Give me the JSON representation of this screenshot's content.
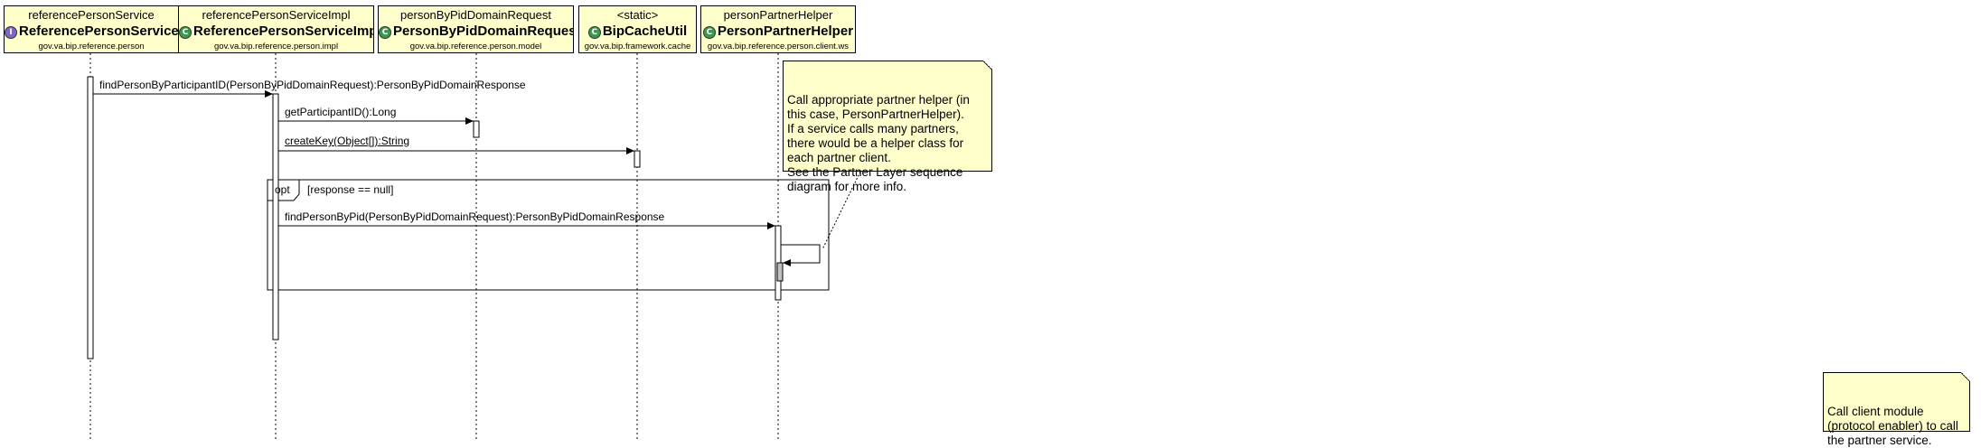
{
  "participants": [
    {
      "name": "referencePersonService",
      "class_name": "ReferencePersonService",
      "package": "gov.va.bip.reference.person",
      "icon": "interface-icon",
      "icon_glyph": "I",
      "icon_color": "#7d66c4"
    },
    {
      "name": "referencePersonServiceImpl",
      "class_name": "ReferencePersonServiceImpl",
      "package": "gov.va.bip.reference.person.impl",
      "icon": "class-icon",
      "icon_glyph": "C",
      "icon_color": "#3a9b4f"
    },
    {
      "name": "personByPidDomainRequest",
      "class_name": "PersonByPidDomainRequest",
      "package": "gov.va.bip.reference.person.model",
      "icon": "class-icon",
      "icon_glyph": "C",
      "icon_color": "#3a9b4f"
    },
    {
      "name": "<static>",
      "class_name": "BipCacheUtil",
      "package": "gov.va.bip.framework.cache",
      "icon": "class-icon",
      "icon_glyph": "C",
      "icon_color": "#3a9b4f"
    },
    {
      "name": "personPartnerHelper",
      "class_name": "PersonPartnerHelper",
      "package": "gov.va.bip.reference.person.client.ws",
      "icon": "class-icon",
      "icon_glyph": "C",
      "icon_color": "#3a9b4f"
    }
  ],
  "messages": [
    {
      "label": "findPersonByParticipantID(PersonByPidDomainRequest):PersonByPidDomainResponse",
      "from": 0,
      "to": 1
    },
    {
      "label": "getParticipantID():Long",
      "from": 1,
      "to": 2
    },
    {
      "label": "createKey(Object[]):String",
      "from": 1,
      "to": 3,
      "static": true
    },
    {
      "label": "findPersonByPid(PersonByPidDomainRequest):PersonByPidDomainResponse",
      "from": 1,
      "to": 4
    }
  ],
  "fragment": {
    "operator": "opt",
    "guard": "[response == null]"
  },
  "notes": [
    {
      "text": "Call appropriate partner helper (in\nthis case, PersonPartnerHelper).\nIf a service calls many partners,\nthere would be a helper class for\neach partner client.\nSee the Partner Layer sequence\ndiagram for more  info."
    },
    {
      "text": "Call client module\n(protocol enabler) to call\nthe partner service."
    }
  ],
  "colors": {
    "participant_fill": "#ffffcc",
    "note_fill": "#ffffcc",
    "line": "#000000",
    "activation_fill": "#ffffff",
    "activation_nested_fill": "#c0c0c0"
  }
}
